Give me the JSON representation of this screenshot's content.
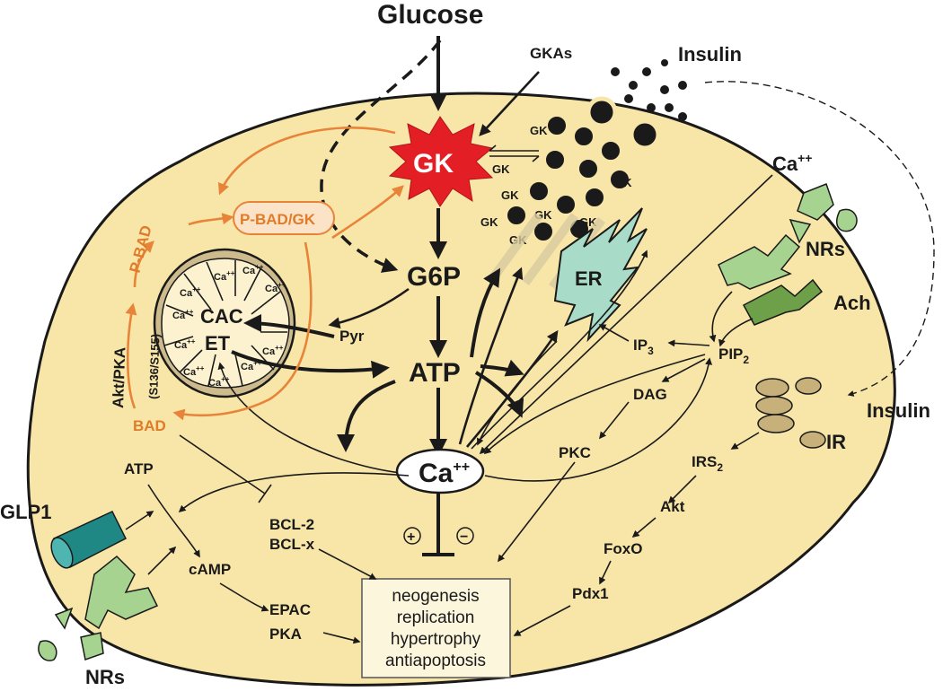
{
  "labels": {
    "glucose": "Glucose",
    "gkas": "GKAs",
    "insulin_top": "Insulin",
    "insulin_right": "Insulin",
    "gk": "GK",
    "gk_small": "GK",
    "g6p": "G6P",
    "atp_center": "ATP",
    "atp_left": "ATP",
    "pyr": "Pyr",
    "cac": "CAC",
    "et": "ET",
    "ca_mito": "Ca",
    "ca_mito_sup": "++",
    "er": "ER",
    "ca_top_base": "Ca",
    "ca_top_sup": "++",
    "ca_center_base": "Ca",
    "ca_center_sup": "++",
    "nrs_right": "NRs",
    "nrs_left": "NRs",
    "ach": "Ach",
    "pip2_base": "PIP",
    "pip2_sub": "2",
    "ip3_base": "IP",
    "ip3_sub": "3",
    "dag": "DAG",
    "pkc": "PKC",
    "ir": "IR",
    "irs2_base": "IRS",
    "irs2_sub": "2",
    "akt": "Akt",
    "foxo": "FoxO",
    "pdx1": "Pdx1",
    "p_bad_gk": "P-BAD/GK",
    "p_bad": "P-BAD",
    "bad": "BAD",
    "akt_pka": "Akt/PKA",
    "s136": "(S136/S155)",
    "bcl2": "BCL-2",
    "bclx": "BCL-x",
    "camp": "cAMP",
    "epac": "EPAC",
    "pka": "PKA",
    "glp1": "GLP1",
    "plus": "+",
    "minus": "−",
    "outcome_1": "neogenesis",
    "outcome_2": "replication",
    "outcome_3": "hypertrophy",
    "outcome_4": "antiapoptosis"
  },
  "colors": {
    "cell_fill": "#f8e6a8",
    "gk_star": "#e31e24",
    "er_fill": "#a8dcc8",
    "orange": "#e8843a",
    "mito_outer": "#cdbb8e",
    "receptor_green": "#a6d38f",
    "ach_receptor": "#6ea04a",
    "glp1_receptor": "#1f8784",
    "ir_receptor": "#c7b07a"
  }
}
